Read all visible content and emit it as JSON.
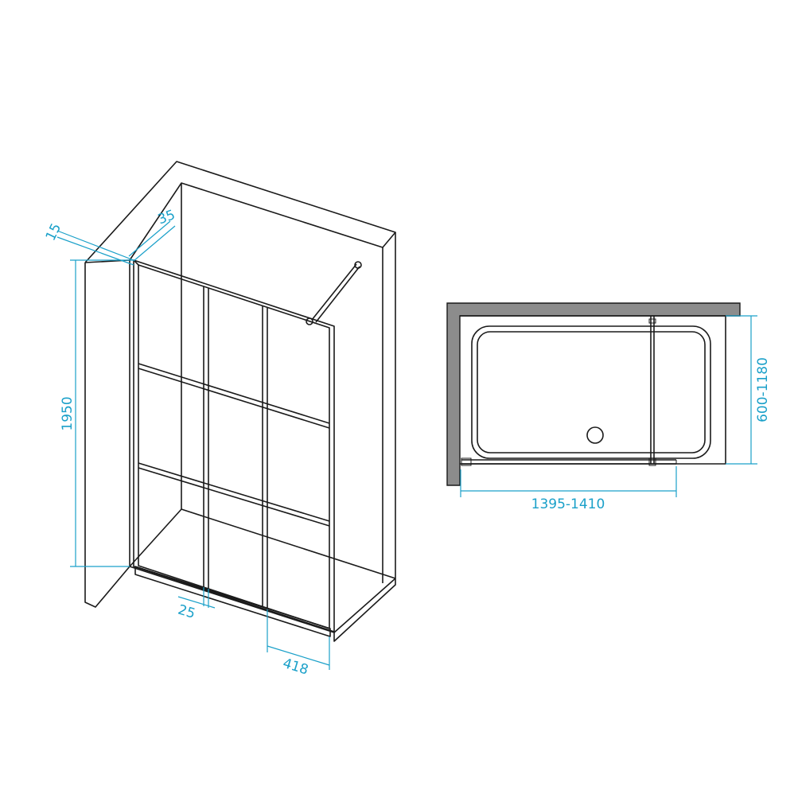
{
  "dimensions": {
    "height": "1950",
    "glass_thickness": "15",
    "profile_width": "35",
    "bottom_profile": "25",
    "panel_segment": "418",
    "plan_width": "1395-1410",
    "plan_depth": "600-1180"
  },
  "colors": {
    "dimension": "#1aa0c9",
    "line": "#1a1a1a",
    "wall_fill": "#8c8c8c"
  }
}
